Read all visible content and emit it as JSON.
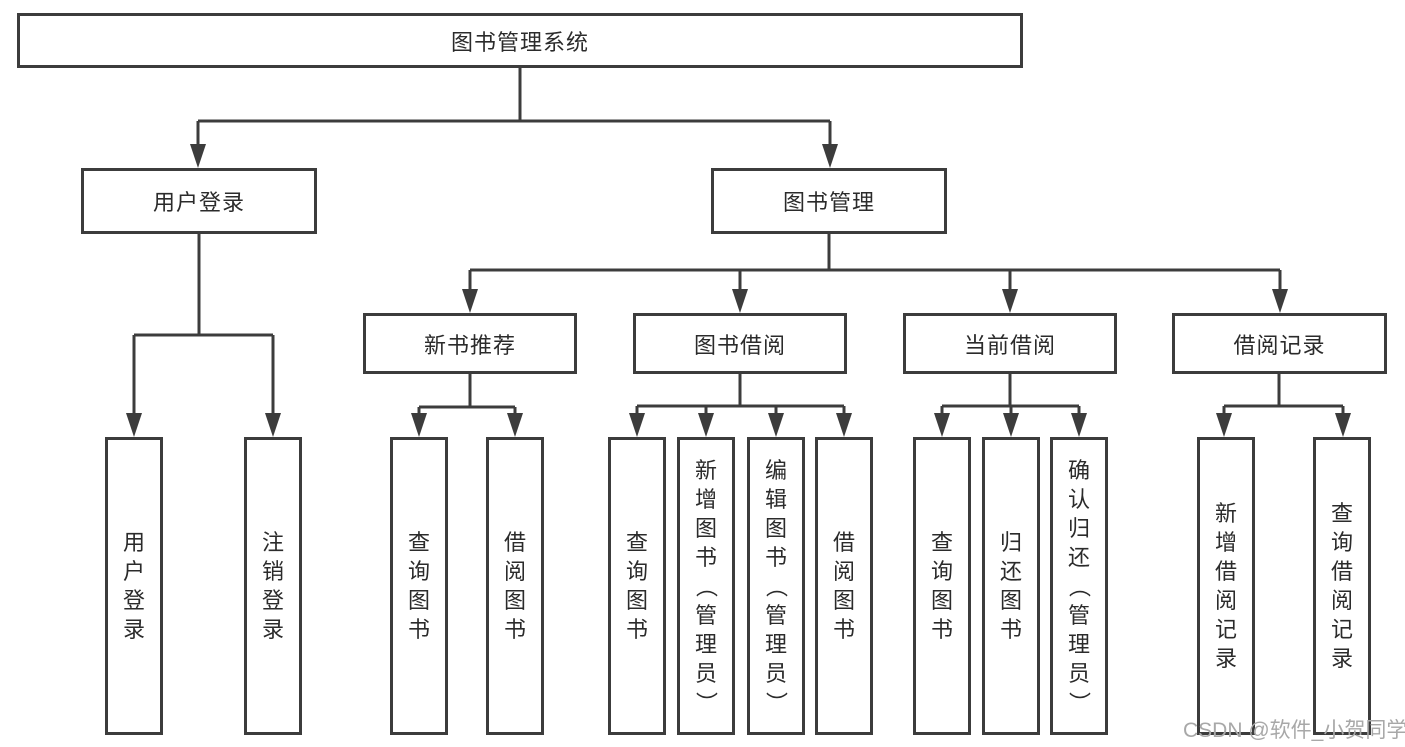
{
  "tree": {
    "root": "图书管理系统",
    "children": [
      {
        "label": "用户登录",
        "children": [
          "用户登录",
          "注销登录"
        ]
      },
      {
        "label": "图书管理",
        "children": [
          {
            "label": "新书推荐",
            "children": [
              "查询图书",
              "借阅图书"
            ]
          },
          {
            "label": "图书借阅",
            "children": [
              "查询图书",
              "新增图书（管理员）",
              "编辑图书（管理员）",
              "借阅图书"
            ]
          },
          {
            "label": "当前借阅",
            "children": [
              "查询图书",
              "归还图书",
              "确认归还（管理员）"
            ]
          },
          {
            "label": "借阅记录",
            "children": [
              "新增借阅记录",
              "查询借阅记录"
            ]
          }
        ]
      }
    ]
  },
  "watermark": "CSDN @软件_小贺同学",
  "colors": {
    "line": "#3c3c3c",
    "text": "#2b2b2b",
    "watermark": "#a8a8a8",
    "background": "#ffffff"
  }
}
